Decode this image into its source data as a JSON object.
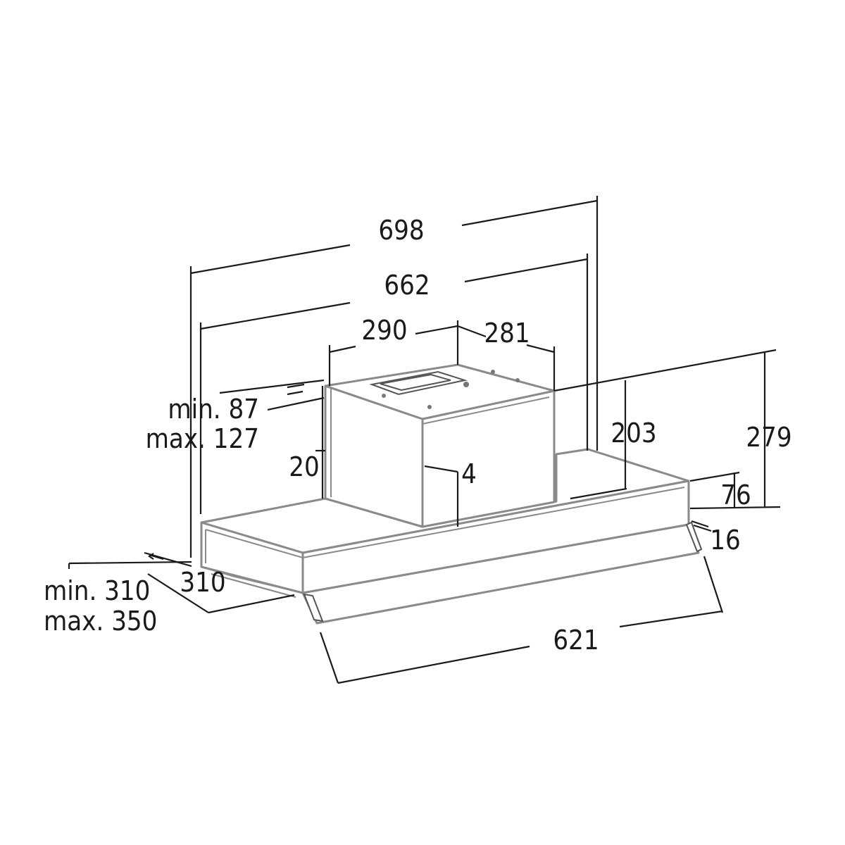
{
  "dimensions": {
    "overall_width": "698",
    "inner_width": "662",
    "chimney_width": "290",
    "chimney_depth": "281",
    "chimney_offset_min": "min. 87",
    "chimney_offset_max": "max. 127",
    "chimney_gap": "20",
    "chimney_inset": "4",
    "body_height": "203",
    "total_height": "279",
    "front_height": "76",
    "lip_height": "16",
    "side_depth": "310",
    "depth_min": "min. 310",
    "depth_max": "max. 350",
    "front_width": "621"
  }
}
